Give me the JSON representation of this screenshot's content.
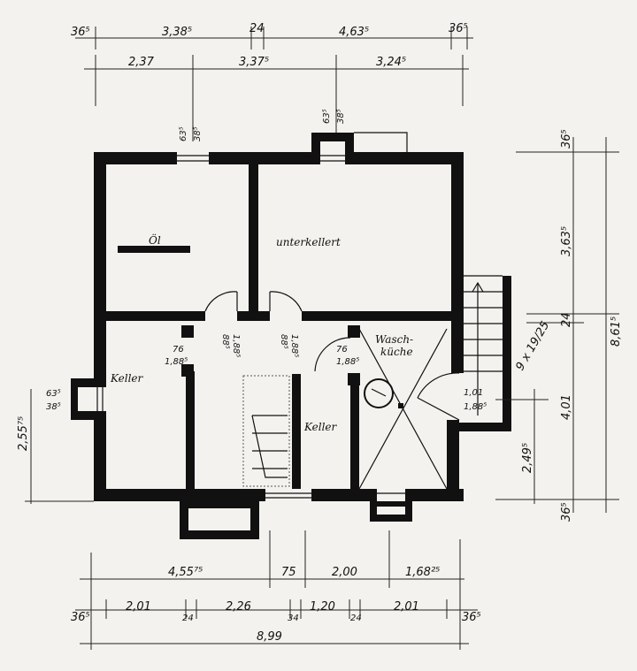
{
  "rooms": {
    "unterkellert": "unterkellert",
    "keller_left": "Keller",
    "keller_center": "Keller",
    "waschkueche_1": "Wasch-",
    "waschkueche_2": "küche",
    "oil_mark": "Öl"
  },
  "dims_top_row1": [
    "36⁵",
    "3,38⁵",
    "24",
    "4,63⁵",
    "36⁵"
  ],
  "dims_top_row2": [
    "2,37",
    "3,37⁵",
    "3,24⁵"
  ],
  "dims_right": [
    "36⁵",
    "3,63⁵",
    "24",
    "4,01",
    "36⁵",
    "8,61⁵",
    "2,49⁵"
  ],
  "dims_bottom_row1": [
    "4,55⁷⁵",
    "75",
    "2,00",
    "1,68²⁵"
  ],
  "dims_bottom_row2": [
    "36⁵",
    "2,01",
    "24",
    "2,26",
    "34",
    "1,20",
    "24",
    "2,01",
    "36⁵"
  ],
  "dims_bottom_total": "8,99",
  "dims_left": [
    "2,55⁷⁵"
  ],
  "window_labels": [
    "63⁵",
    "38⁵",
    "63⁵",
    "38⁵",
    "63⁵",
    "38⁵"
  ],
  "door_labels": [
    "76",
    "1,88⁵",
    "88⁵",
    "1,88⁵",
    "88⁵",
    "1,88⁵",
    "76",
    "1,88⁵",
    "1,01",
    "1,88⁵"
  ],
  "stair_label": "9 x 19/25"
}
